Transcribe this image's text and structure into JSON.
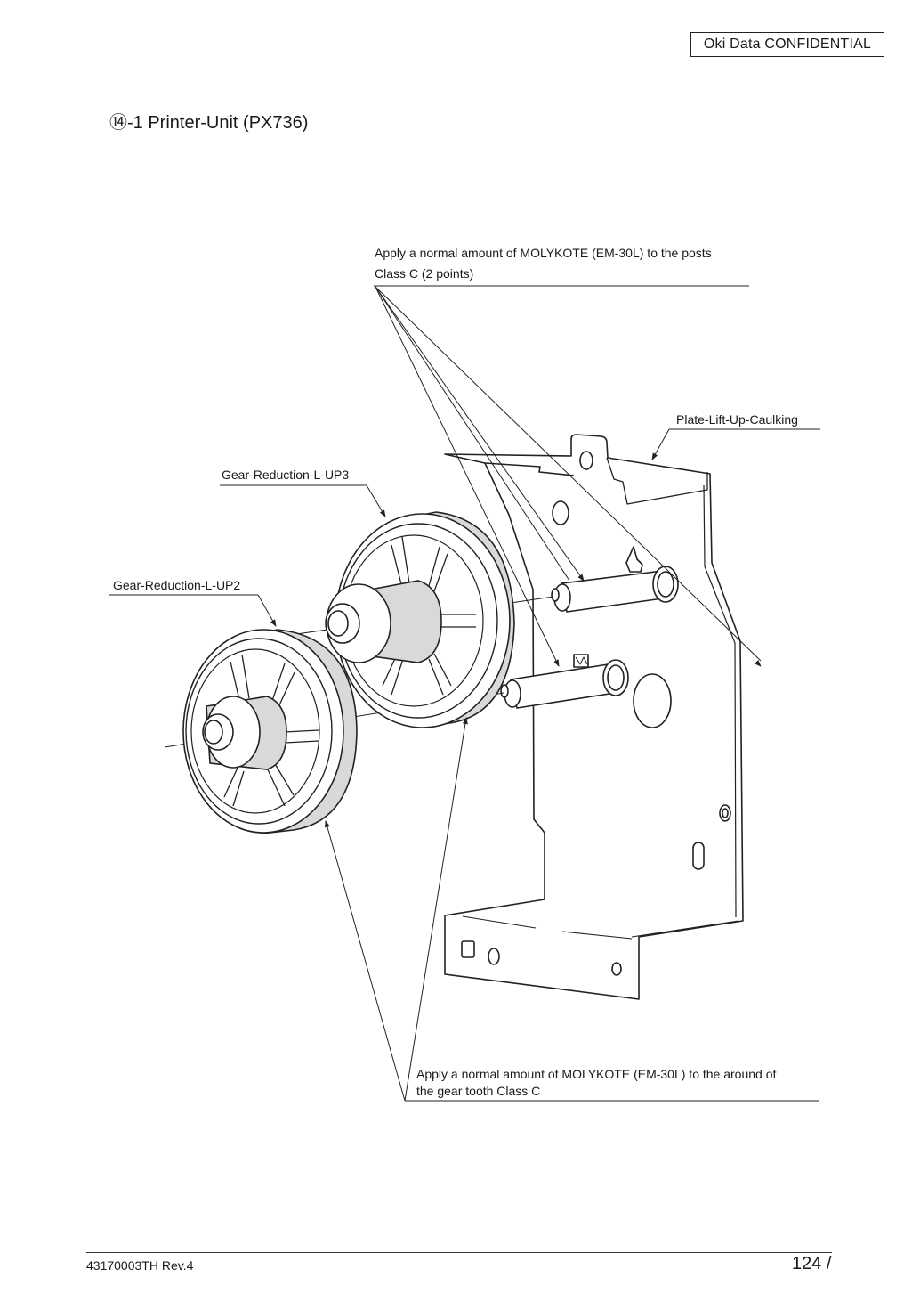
{
  "header": {
    "confidential": "Oki Data CONFIDENTIAL"
  },
  "section": {
    "title": "⑭-1 Printer-Unit (PX736)"
  },
  "callouts": {
    "posts_line1": "Apply a normal amount of MOLYKOTE (EM-30L) to the posts",
    "posts_line2": "Class C  (2 points)",
    "plate": "Plate-Lift-Up-Caulking",
    "gear_up3": "Gear-Reduction-L-UP3",
    "gear_up2": "Gear-Reduction-L-UP2",
    "tooth_line1": "Apply a normal amount of MOLYKOTE (EM-30L) to the around of",
    "tooth_line2": "the gear tooth    Class C"
  },
  "footer": {
    "doc_id": "43170003TH  Rev.4",
    "page": "124 /"
  }
}
